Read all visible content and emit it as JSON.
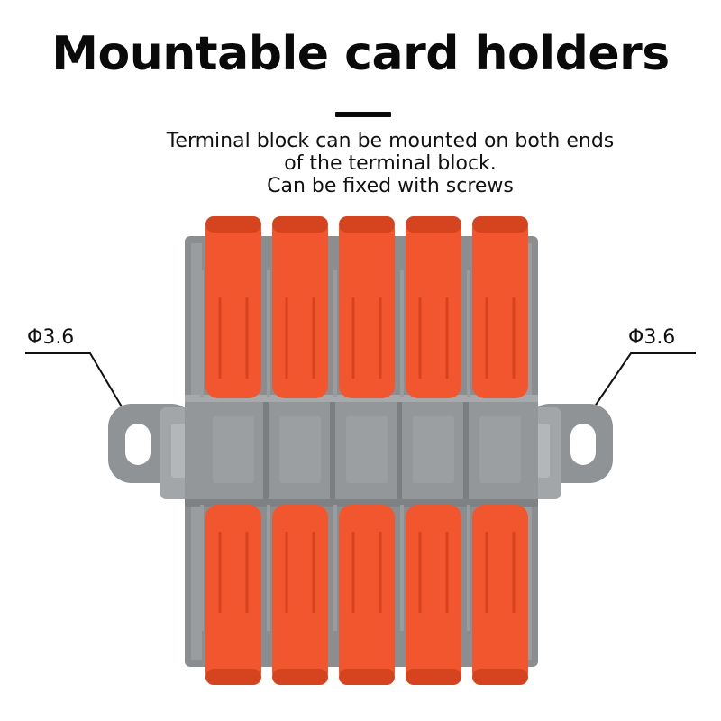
{
  "title": "Mountable card holders",
  "description": [
    "Terminal block can be mounted on both ends",
    "of the terminal block.",
    "Can be fixed with screws"
  ],
  "dimensions": {
    "left": "Φ3.6",
    "right": "Φ3.6"
  },
  "colors": {
    "lever": "#f2562e",
    "lever_shadow": "#d5431f",
    "housing": "#8d9092",
    "housing_light": "#a6a9ab",
    "mount": "#909395"
  },
  "product": {
    "lever_count": 5
  }
}
